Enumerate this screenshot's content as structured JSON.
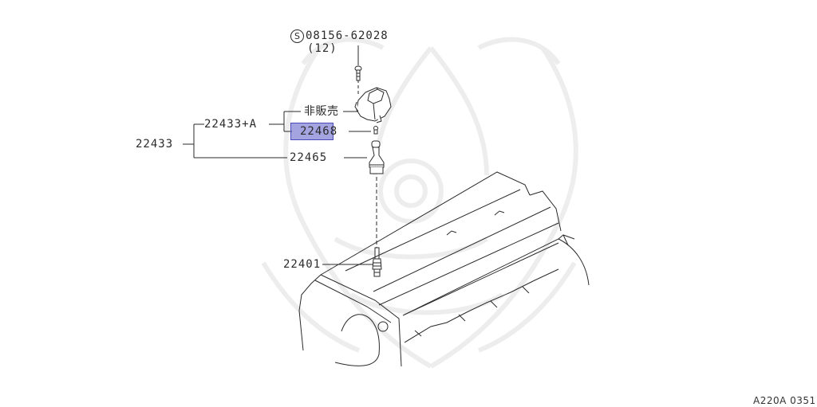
{
  "diagram": {
    "type": "exploded-parts-diagram",
    "subject": "Ignition coil and spark plug assembly on cylinder head cover",
    "figure_code": "A220A 0351",
    "highlight_color": "#5a5ac8",
    "line_color": "#2a2a2a",
    "watermark_color": "#ececec"
  },
  "callouts": {
    "bolt": {
      "symbol": "S",
      "part_number": "08156-62028",
      "quantity": "(12)"
    },
    "not_sold": {
      "label": "非販売"
    },
    "assembly_a": {
      "part_number": "22433+A"
    },
    "assembly_root": {
      "part_number": "22433"
    },
    "coil_part": {
      "part_number": "22468",
      "highlighted": true
    },
    "boot": {
      "part_number": "22465"
    },
    "spark_plug": {
      "part_number": "22401"
    }
  },
  "tree": {
    "root": "22433",
    "children": [
      {
        "part": "22433+A",
        "children": [
          "非販売",
          "22468"
        ]
      },
      {
        "part": "22465"
      }
    ]
  }
}
